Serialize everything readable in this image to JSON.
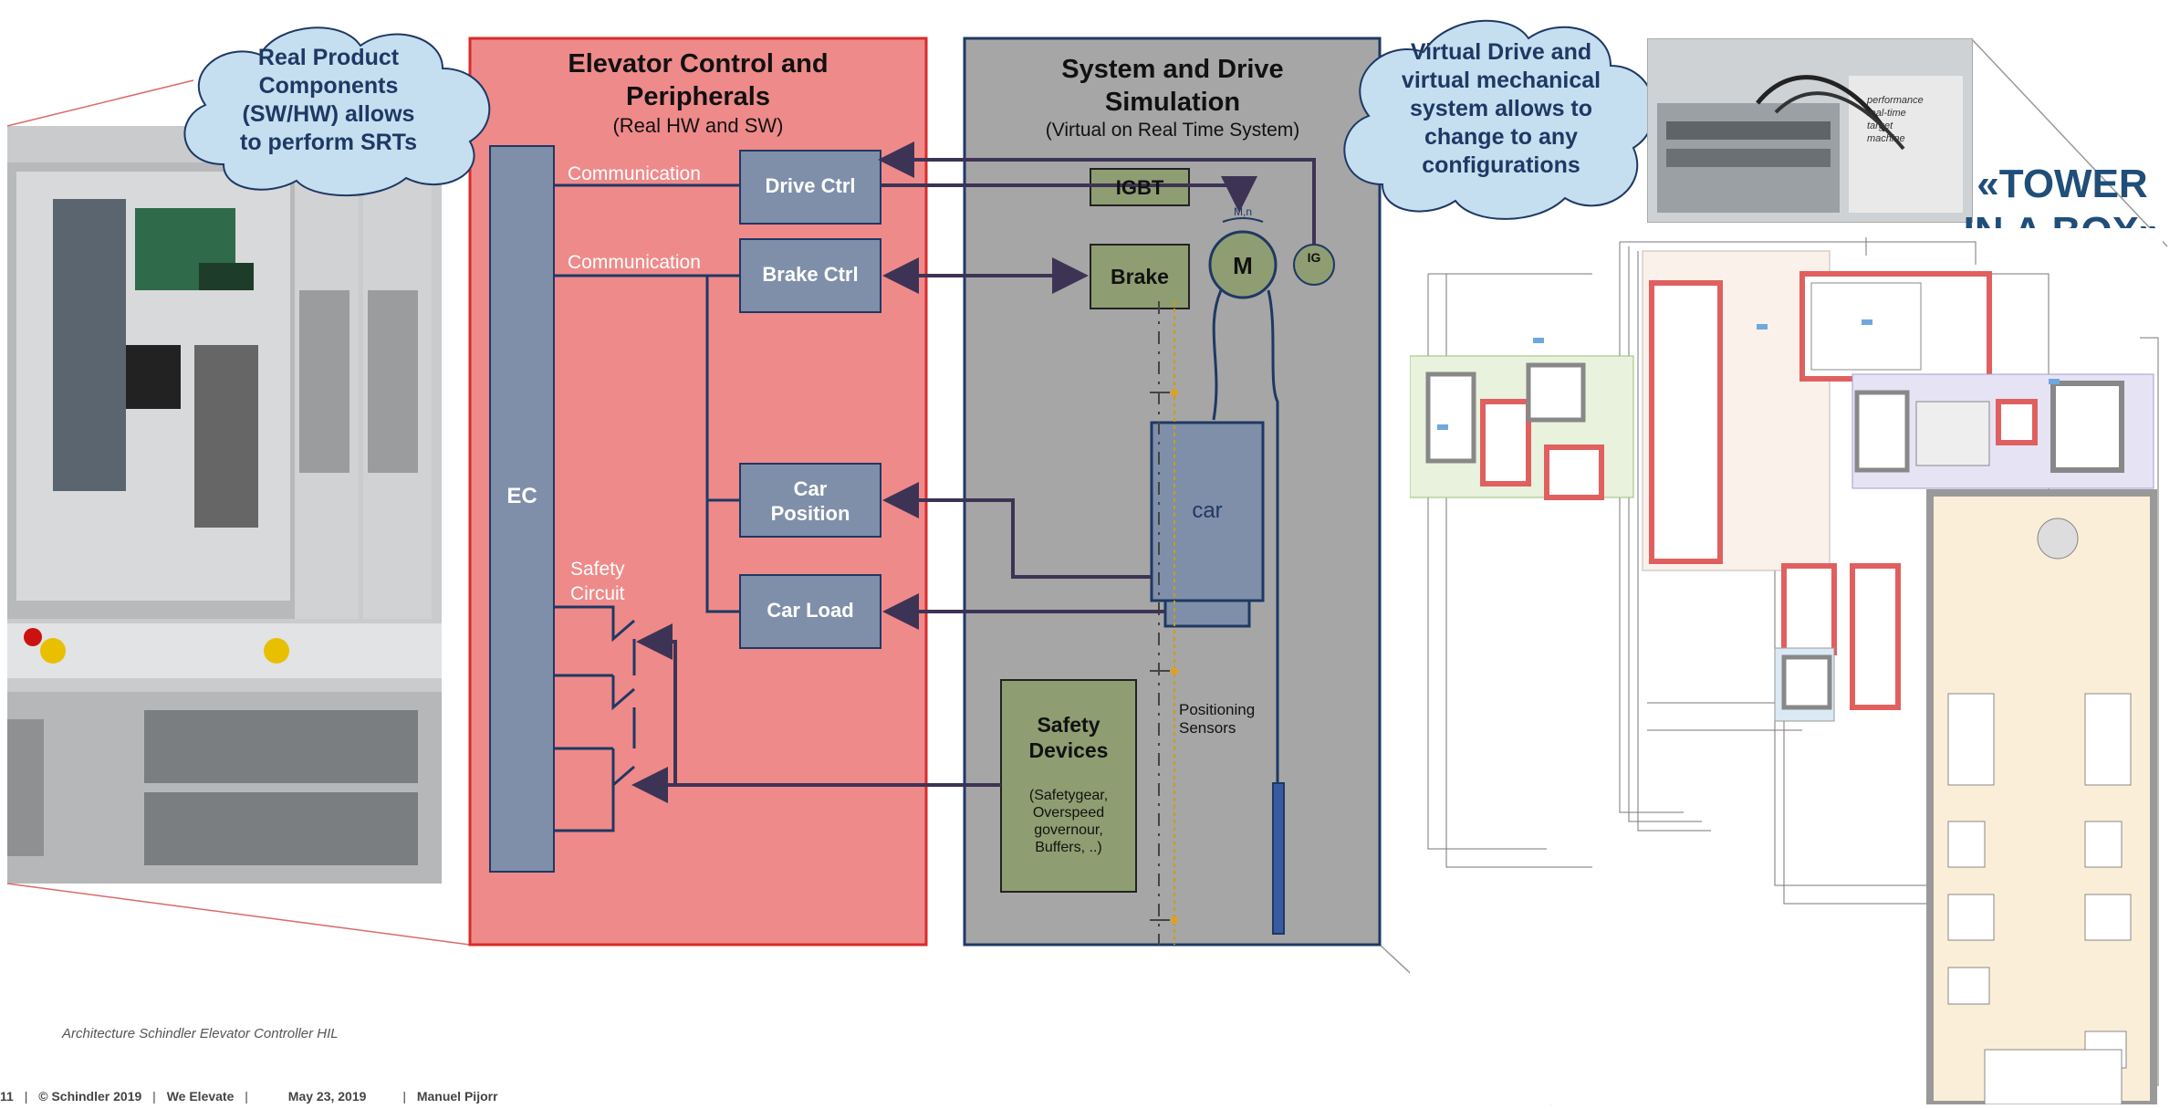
{
  "left_panel": {
    "title": [
      "Elevator Control and",
      "Peripherals"
    ],
    "subtitle": "(Real HW and SW)",
    "ec_label": "EC",
    "comm1": "Communication",
    "comm2": "Communication",
    "safety_circuit": [
      "Safety",
      "Circuit"
    ],
    "drive_ctrl": "Drive Ctrl",
    "brake_ctrl": "Brake Ctrl",
    "car_position": [
      "Car",
      "Position"
    ],
    "car_load": "Car Load"
  },
  "right_panel": {
    "title": [
      "System  and Drive",
      "Simulation"
    ],
    "subtitle": "(Virtual on Real Time System)",
    "igbt": "IGBT",
    "brake": "Brake",
    "motor": "M",
    "motor_small": "M,n",
    "ig": "IG",
    "car": "car",
    "positioning": [
      "Positioning",
      "Sensors"
    ],
    "safety_devices": [
      "Safety",
      "Devices"
    ],
    "safety_details": [
      "(Safetygear,",
      "Overspeed",
      "governour,",
      "Buffers, ..)"
    ]
  },
  "cloud_left": [
    "Real Product",
    "Components",
    "(SW/HW) allows",
    "to perform SRTs"
  ],
  "cloud_right": [
    "Virtual Drive and",
    "virtual mechanical",
    "system allows to",
    "change to any",
    "configurations"
  ],
  "tower": [
    "«TOWER",
    "IN A BOX»"
  ],
  "caption": "Architecture Schindler Elevator Controller HIL",
  "footer": {
    "page": "11",
    "copyright": "© Schindler 2019",
    "slogan": "We Elevate",
    "date": "May 23, 2019",
    "author": "Manuel Pijorr"
  },
  "colors": {
    "red_panel": "#ef8a8a",
    "red_border": "#d92b2b",
    "gray_panel": "#a6a6a6",
    "navy": "#1f3864",
    "box_blue": "#7f8fa9",
    "olive": "#8f9d72",
    "cloud": "#c5dff0",
    "arrow": "#3d3355"
  }
}
